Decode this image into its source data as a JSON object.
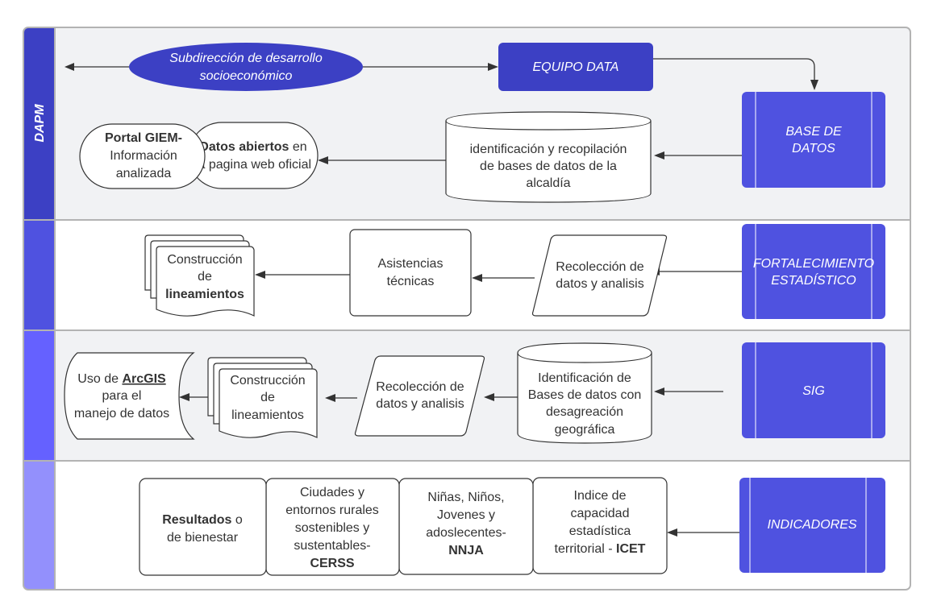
{
  "colors": {
    "lane_header_1": "#3c40c4",
    "lane_header_2": "#4f52e0",
    "lane_header_3": "#6561ff",
    "lane_header_4": "#9390fc",
    "lane_bg_gray": "#f1f2f4",
    "lane_bg_white": "#ffffff",
    "dark_node": "#3c40c4",
    "process_node": "#4f52e0",
    "frame_border": "#b3b3b3",
    "line": "#333333"
  },
  "lanes": [
    {
      "title": "DAPM"
    },
    {
      "title": ""
    },
    {
      "title": ""
    },
    {
      "title": ""
    }
  ],
  "nodes": {
    "subdireccion": {
      "lines": [
        "Subdirección de desarrollo",
        "socioeconómico"
      ]
    },
    "equipo_data": {
      "label": "EQUIPO DATA"
    },
    "base_datos": {
      "lines": [
        "BASE DE",
        "DATOS"
      ]
    },
    "identificacion_alcaldia": {
      "lines": [
        "identificación y recopilación",
        "de bases de datos de la",
        "alcaldía"
      ]
    },
    "datos_abiertos": {
      "line1_bold": "Datos abiertos",
      "line1_rest": " en",
      "line2": "la pagina web oficial"
    },
    "portal_giem": {
      "line1_bold": "Portal GIEM-",
      "line2": "Información",
      "line3": "analizada"
    },
    "fortalecimiento": {
      "lines": [
        "FORTALECIMIENTO",
        "ESTADÍSTICO"
      ]
    },
    "recoleccion_1": {
      "lines": [
        "Recolección de",
        "datos y analisis"
      ]
    },
    "asistencias": {
      "lines": [
        "Asistencias",
        "técnicas"
      ]
    },
    "construccion_1": {
      "line1": "Construcción",
      "line2": "de",
      "line3_bold": "lineamientos"
    },
    "sig": {
      "label": "SIG"
    },
    "identificacion_geo": {
      "lines": [
        "Identificación de",
        "Bases de datos con",
        "desagreación",
        "geográfica"
      ]
    },
    "recoleccion_2": {
      "lines": [
        "Recolección de",
        "datos y analisis"
      ]
    },
    "construccion_2": {
      "lines": [
        "Construcción",
        "de",
        "lineamientos"
      ]
    },
    "arcgis": {
      "line1_pre": "Uso de ",
      "line1_bold": "ArcGIS",
      "line2": "para el",
      "line3": "manejo de datos"
    },
    "indicadores": {
      "label": "INDICADORES"
    },
    "icet": {
      "lines": [
        "Indice de",
        "capacidad",
        "estadística"
      ],
      "line4_pre": "territorial - ",
      "line4_bold": "ICET"
    },
    "nnja": {
      "lines": [
        "Niñas, Niños,",
        "Jovenes y",
        "adoslecentes-"
      ],
      "line4_bold": "NNJA"
    },
    "cerss": {
      "lines": [
        "Ciudades y",
        "entornos rurales",
        "sostenibles y",
        "sustentables-"
      ],
      "line5_bold": "CERSS"
    },
    "resultados": {
      "line1_bold": "Resultados",
      "line1_rest": " o",
      "line2": "de bienestar"
    }
  }
}
